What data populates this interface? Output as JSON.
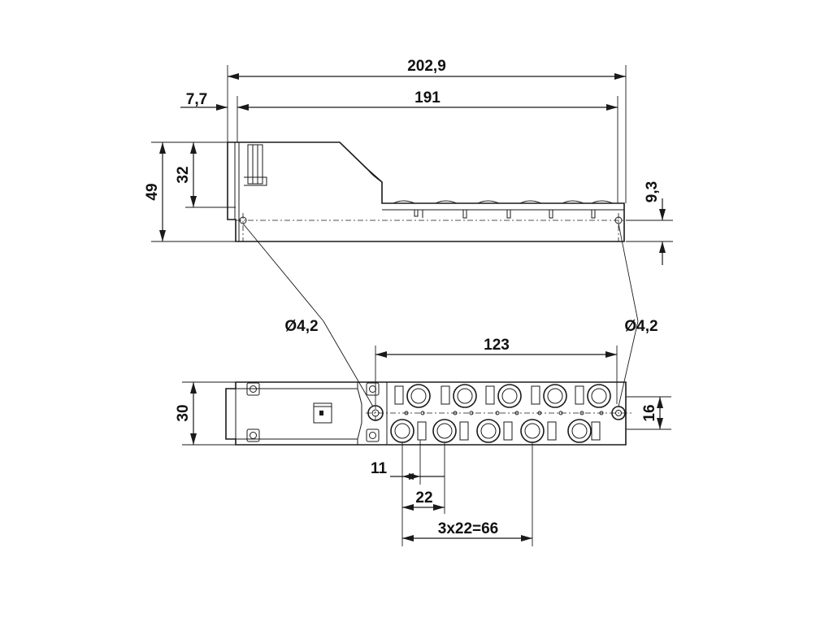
{
  "dimensions": {
    "overall_length": "202,9",
    "body_length": "191",
    "end_offset": "7,7",
    "total_height": "49",
    "body_height": "32",
    "base_height": "9,3",
    "hole_dia_left": "Ø4,2",
    "hole_dia_right": "Ø4,2",
    "hole_spacing": "123",
    "width": "30",
    "row_pitch": "16",
    "first_offset": "11",
    "port_pitch": "22",
    "port_span": "3x22=66"
  }
}
